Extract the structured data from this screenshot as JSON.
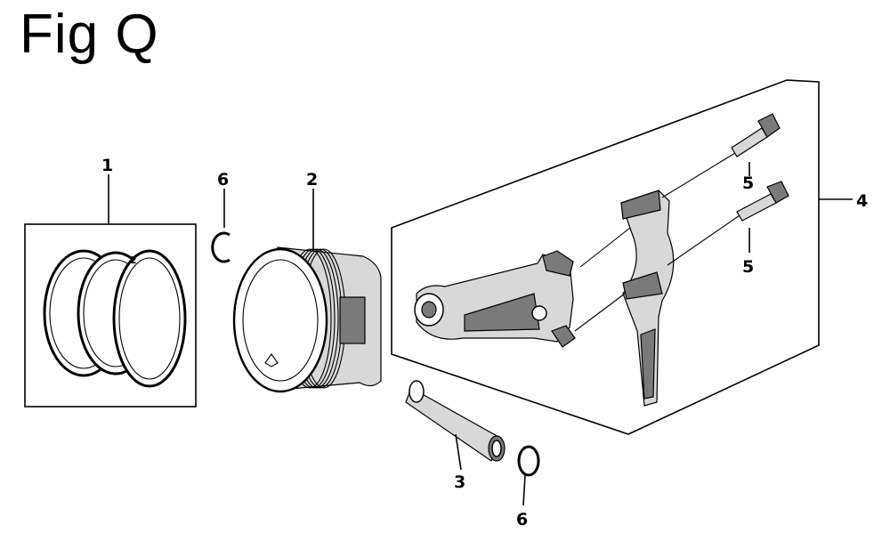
{
  "figure": {
    "title": "Fig Q",
    "callouts": {
      "piston_rings": "1",
      "piston": "2",
      "piston_pin": "3",
      "connecting_rod_assembly": "4",
      "rod_bolt_upper": "5",
      "rod_bolt_lower": "5",
      "clip_upper": "6",
      "clip_lower": "6"
    }
  }
}
